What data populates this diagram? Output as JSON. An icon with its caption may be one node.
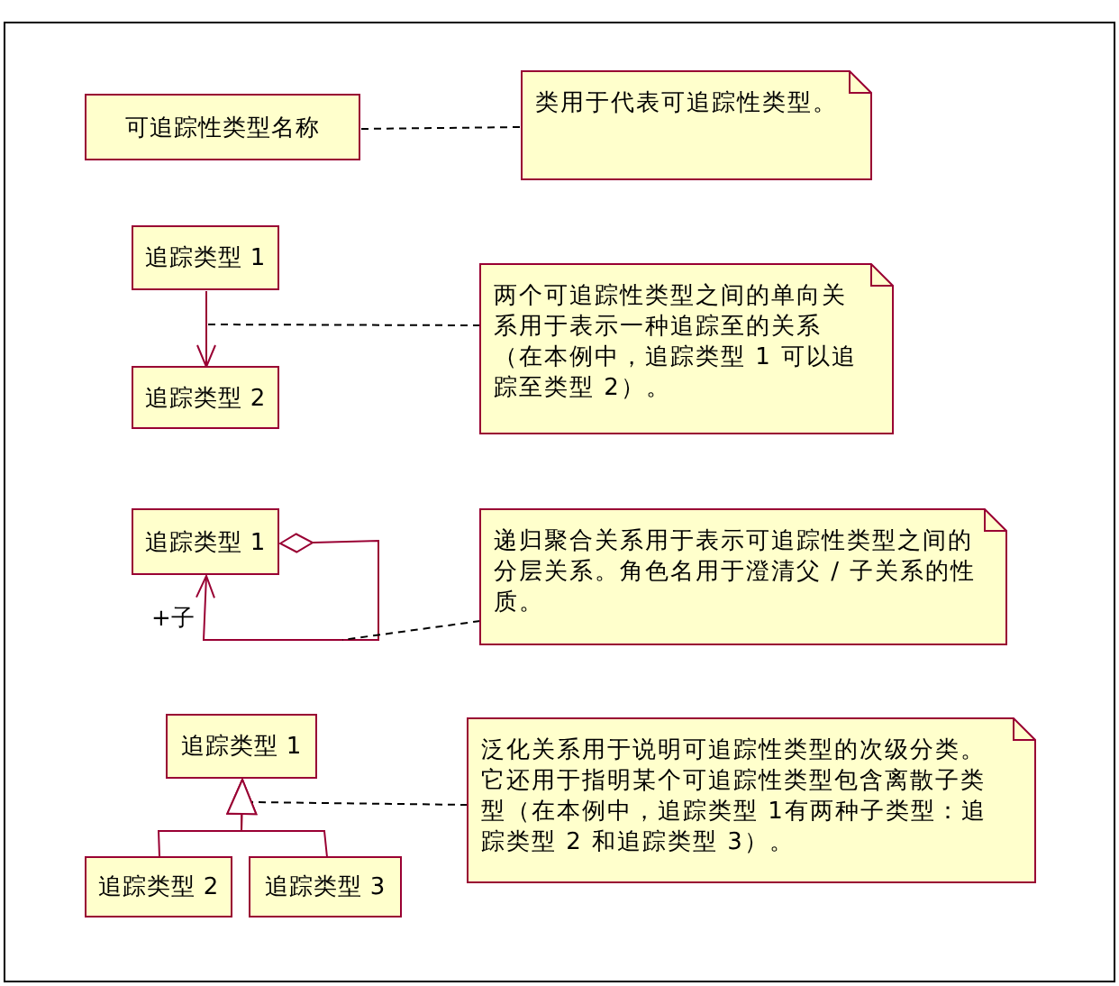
{
  "diagram": {
    "nodes": [
      {
        "text": [
          "可追踪性类型名称"
        ]
      },
      {
        "text": [
          "类用于代表可追踪性类型。"
        ]
      },
      {
        "text": [
          "追踪类型 1"
        ]
      },
      {
        "text": [
          "追踪类型 2"
        ]
      },
      {
        "text": [
          "两个可追踪性类型之间的单向关系用于表示一种追踪至的关系（在本例中，追踪类型 1 可以追踪至类型 2）。"
        ]
      },
      {
        "text": [
          "追踪类型 1"
        ]
      },
      {
        "text": [
          "递归聚合关系用于表示可追踪性类型之间的分层关系。角色名用于澄清父 / 子关系的性质。"
        ]
      },
      {
        "text": [
          "追踪类型 1"
        ]
      },
      {
        "text": [
          "追踪类型 2"
        ]
      },
      {
        "text": [
          "追踪类型 3"
        ]
      },
      {
        "text": [
          "泛化关系用于说明可追踪性类型的次级分类。它还用于指明某个可追踪性类型包含离散子类型（在本例中，追踪类型 1有两种子类型：追踪类型 2 和追踪类型 3）。"
        ]
      }
    ],
    "edges": [
      {
        "from": 0,
        "to": 1,
        "arrow": "none",
        "style": "dashed"
      },
      {
        "from": 2,
        "to": 3,
        "arrow": "to",
        "color": "#990033"
      },
      {
        "from": 4,
        "to": null,
        "arrow": "none",
        "style": "dashed"
      },
      {
        "from": 5,
        "to": 5,
        "arrow": "to",
        "label": "+子",
        "color": "#990033"
      },
      {
        "from": 6,
        "to": null,
        "arrow": "none",
        "style": "dashed"
      },
      {
        "from": 8,
        "to": 7,
        "arrow": "to",
        "color": "#990033"
      },
      {
        "from": 9,
        "to": 7,
        "arrow": "to",
        "color": "#990033"
      },
      {
        "from": 10,
        "to": null,
        "arrow": "none",
        "style": "dashed"
      }
    ]
  }
}
